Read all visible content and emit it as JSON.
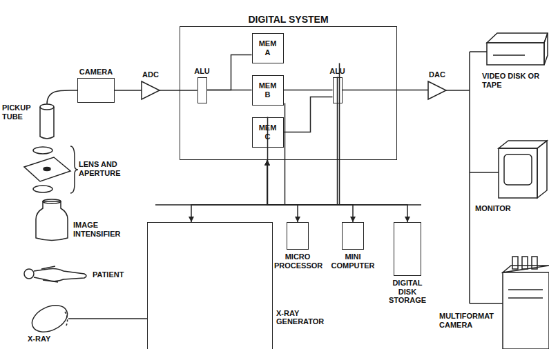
{
  "diagram": {
    "nodes": [
      {
        "text": [
          "DIGITAL SYSTEM"
        ]
      },
      {
        "text": [
          "ALU"
        ],
        "in": 0
      },
      {
        "text": [
          "MEM A"
        ],
        "in": 0
      },
      {
        "text": [
          "MEM B"
        ],
        "in": 0
      },
      {
        "text": [
          "MEM C"
        ],
        "in": 0
      },
      {
        "text": [
          "ALU"
        ],
        "in": 0
      },
      {
        "text": [
          "CAMERA"
        ]
      },
      {
        "text": [
          "ADC"
        ]
      },
      {
        "text": [
          "DAC"
        ]
      },
      {
        "text": [
          "MICRO PROCESSOR"
        ]
      },
      {
        "text": [
          "MINI COMPUTER"
        ]
      },
      {
        "text": [
          "DIGITAL DISK STORAGE"
        ]
      },
      {
        "text": [
          "X-RAY GENERATOR"
        ]
      }
    ],
    "edges": [
      {
        "from": 6,
        "to": 7,
        "arrow": "none"
      },
      {
        "from": 7,
        "to": 1,
        "arrow": "none"
      },
      {
        "from": 1,
        "to": 2,
        "arrow": "none"
      },
      {
        "from": 1,
        "to": 3,
        "arrow": "none"
      },
      {
        "from": 1,
        "to": 4,
        "arrow": "none"
      },
      {
        "from": 2,
        "to": 5,
        "arrow": "none"
      },
      {
        "from": 3,
        "to": 5,
        "arrow": "none"
      },
      {
        "from": 4,
        "to": 5,
        "arrow": "none"
      },
      {
        "from": 5,
        "to": 8,
        "arrow": "none"
      },
      {
        "from": 0,
        "to": 12,
        "arrow": "both"
      },
      {
        "from": 0,
        "to": 9,
        "arrow": "both"
      },
      {
        "from": 0,
        "to": 10,
        "arrow": "both"
      },
      {
        "from": 0,
        "to": 11,
        "arrow": "both"
      }
    ],
    "labels": [
      "PICKUP TUBE",
      "LENS AND APERTURE",
      "IMAGE INTENSIFIER",
      "PATIENT",
      "X-RAY",
      "VIDEO DISK OR TAPE",
      "MONITOR",
      "MULTIFORMAT CAMERA"
    ]
  }
}
